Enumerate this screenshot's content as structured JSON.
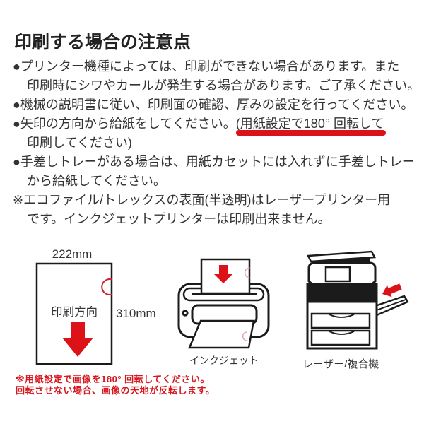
{
  "page_title": "印刷する場合の注意点",
  "notices": [
    {
      "text": "●プリンター機種によっては、印刷ができない場合があります。また"
    },
    {
      "text": "印刷時にシワやカールが発生する場合があります。ご了承ください。"
    },
    {
      "text": "●機械の説明書に従い、印刷面の確認、厚みの設定を行ってください。"
    },
    {
      "pre": "●矢印の方向から給紙をしてください。(",
      "underlined": "用紙設定で180° 回転して"
    },
    {
      "text": "印刷してください)"
    },
    {
      "text": "●手差しトレーがある場合は、用紙カセットには入れずに手差しトレー"
    },
    {
      "text": "から給紙してください。"
    },
    {
      "text": "※エコファイル/トレックスの表面(半透明)はレーザープリンター用"
    },
    {
      "text": "です。インクジェットプリンターは印刷出来ません。"
    }
  ],
  "diagram": {
    "paper": {
      "width_label": "222mm",
      "height_label": "310mm",
      "direction_label": "印刷方向"
    },
    "inkjet_label": "インクジェット",
    "laser_label": "レーザー/複合機"
  },
  "footnotes": [
    "※用紙設定で画像を180° 回転してください。",
    "回転させない場合、画像の天地が反転します。"
  ],
  "colors": {
    "accent_red": "#dd1218",
    "footnote_red": "#d7171e",
    "outline_black": "#1b1b1b",
    "text": "#333333"
  }
}
